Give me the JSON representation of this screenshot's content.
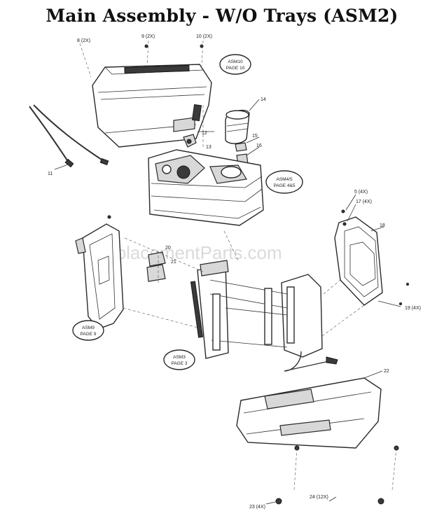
{
  "title": "Main Assembly - W/O Trays (ASM2)",
  "watermark": "eReplacementParts.com",
  "callouts": {
    "c8": "8 (2X)",
    "c9": "9 (2X)",
    "c10": "10 (2X)",
    "c11": "11",
    "c12": "12",
    "c13": "13",
    "c14": "14",
    "c15": "15",
    "c16": "16",
    "c5": "5 (4X)",
    "c17": "17 (4X)",
    "c18": "18",
    "c19": "19 (4X)",
    "c20": "20",
    "c21": "21",
    "c22": "22",
    "c23": "23 (4X)",
    "c24": "24 (12X)"
  },
  "refs": {
    "asm10_a": "ASM10",
    "asm10_b": "PAGE 10",
    "asm45_a": "ASM4/5",
    "asm45_b": "PAGE 4&5",
    "asm9_a": "ASM9",
    "asm9_b": "PAGE 9",
    "asm3_a": "ASM3",
    "asm3_b": "PAGE 3"
  }
}
